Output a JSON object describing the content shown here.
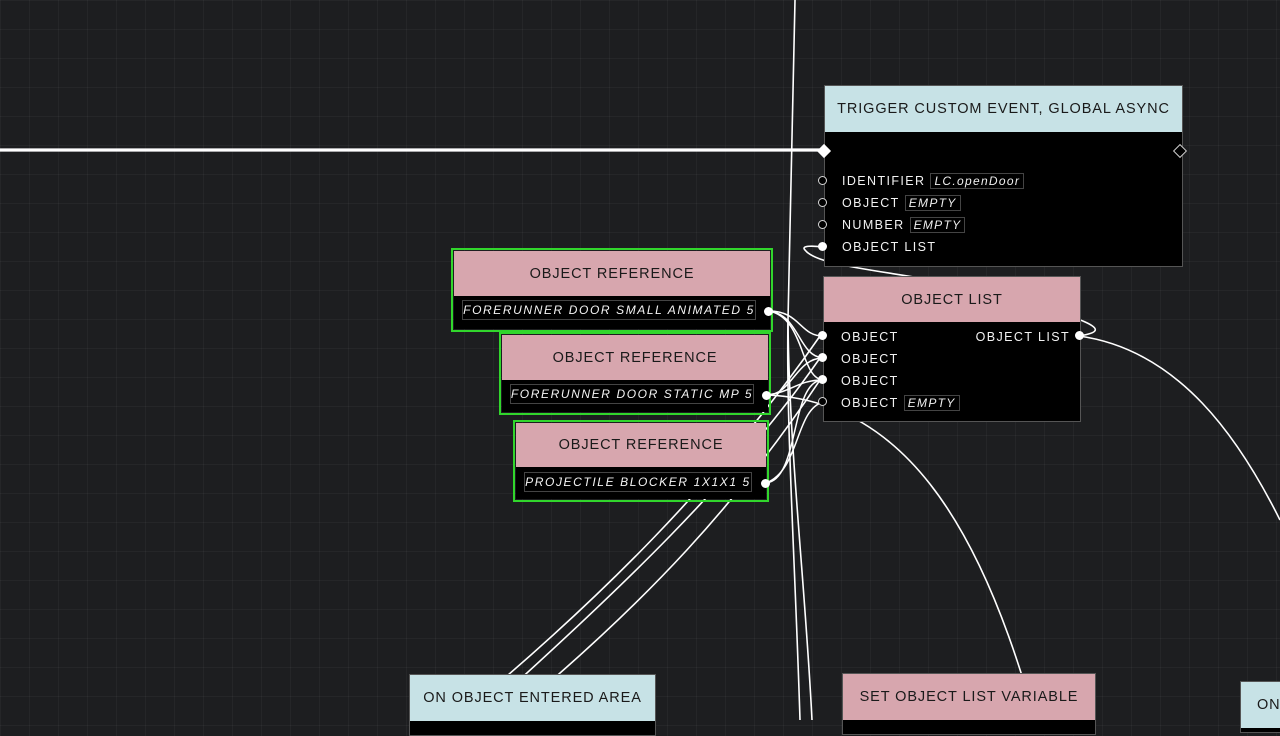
{
  "nodes": {
    "trigger_custom_event": {
      "title": "TRIGGER CUSTOM EVENT, GLOBAL ASYNC",
      "pins": [
        {
          "label": "IDENTIFIER",
          "value": "LC.openDoor"
        },
        {
          "label": "OBJECT",
          "value": "EMPTY"
        },
        {
          "label": "NUMBER",
          "value": "EMPTY"
        },
        {
          "label": "OBJECT LIST",
          "value": ""
        }
      ]
    },
    "object_reference_1": {
      "title": "OBJECT REFERENCE",
      "value": "FORERUNNER DOOR SMALL ANIMATED 5"
    },
    "object_reference_2": {
      "title": "OBJECT REFERENCE",
      "value": "FORERUNNER DOOR STATIC MP 5"
    },
    "object_reference_3": {
      "title": "OBJECT REFERENCE",
      "value": "PROJECTILE BLOCKER 1X1X1 5"
    },
    "object_list": {
      "title": "OBJECT LIST",
      "inputs": [
        {
          "label": "OBJECT",
          "value": ""
        },
        {
          "label": "OBJECT",
          "value": ""
        },
        {
          "label": "OBJECT",
          "value": ""
        },
        {
          "label": "OBJECT",
          "value": "EMPTY"
        }
      ],
      "output": "OBJECT LIST"
    },
    "on_object_entered_area": {
      "title": "ON OBJECT ENTERED AREA"
    },
    "set_object_list_variable": {
      "title": "SET OBJECT LIST VARIABLE"
    },
    "offscreen_node": {
      "title": "ON"
    }
  },
  "colors": {
    "background": "#1d1e20",
    "event_header": "#c7e2e6",
    "data_header": "#d7a6ae",
    "selection_outline": "#31d62c",
    "wire": "#ffffff"
  }
}
